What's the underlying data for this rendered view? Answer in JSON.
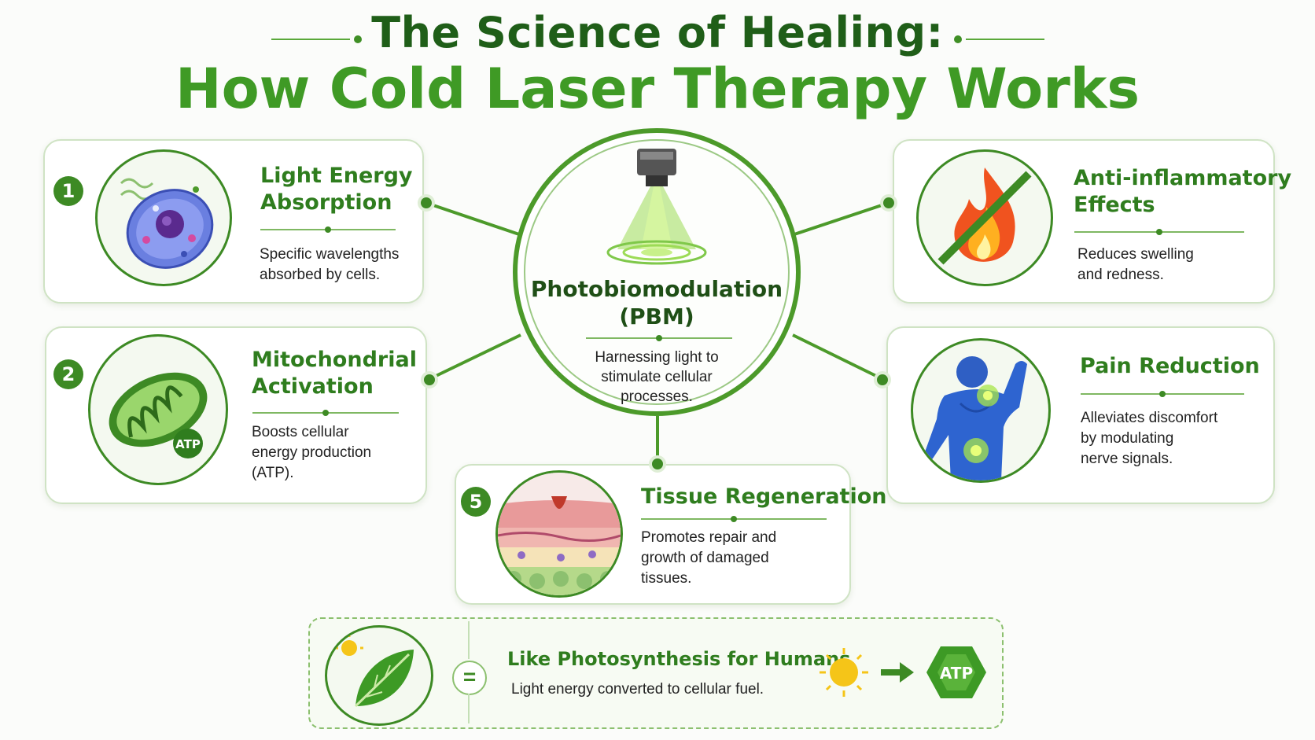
{
  "header": {
    "title_line1": "The Science of Healing:",
    "title_line2": "How Cold Laser Therapy Works"
  },
  "center": {
    "title_line1": "Photobiomodulation",
    "title_line2": "(PBM)",
    "desc_line1": "Harnessing light to",
    "desc_line2": "stimulate cellular",
    "desc_line3": "processes.",
    "icon": "laser-beam-icon"
  },
  "cards": [
    {
      "number": "1",
      "title_line1": "Light Energy",
      "title_line2": "Absorption",
      "desc_line1": "Specific wavelengths",
      "desc_line2": "absorbed by cells.",
      "desc_line3": "",
      "icon": "cell-icon"
    },
    {
      "number": "2",
      "title_line1": "Mitochondrial",
      "title_line2": "Activation",
      "desc_line1": "Boosts cellular",
      "desc_line2": "energy production",
      "desc_line3": "(ATP).",
      "icon": "mitochondria-icon",
      "icon_label": "ATP"
    },
    {
      "number": "",
      "title_line1": "Anti-inflammatory",
      "title_line2": "Effects",
      "desc_line1": "Reduces swelling",
      "desc_line2": "and redness.",
      "desc_line3": "",
      "icon": "no-fire-icon"
    },
    {
      "number": "",
      "title_line1": "Pain Reduction",
      "title_line2": "",
      "desc_line1": "Alleviates discomfort",
      "desc_line2": "by modulating",
      "desc_line3": "nerve signals.",
      "icon": "body-pain-icon"
    },
    {
      "number": "5",
      "title_line1": "Tissue Regeneration",
      "title_line2": "",
      "desc_line1": "Promotes repair and",
      "desc_line2": "growth of damaged",
      "desc_line3": "tissues.",
      "icon": "skin-tissue-icon"
    }
  ],
  "analogy": {
    "title": "Like Photosynthesis for Humans",
    "desc": "Light energy converted to cellular fuel.",
    "equals_symbol": "=",
    "atp_label": "ATP",
    "icons": [
      "leaf-sun-icon",
      "sun-icon",
      "arrow-right-icon",
      "atp-hexagon-icon"
    ]
  },
  "colors": {
    "primary_green": "#3d8a24",
    "dark_green": "#1f5e18",
    "light_green": "#7fb862",
    "title_bright_green": "#3f9a25"
  }
}
